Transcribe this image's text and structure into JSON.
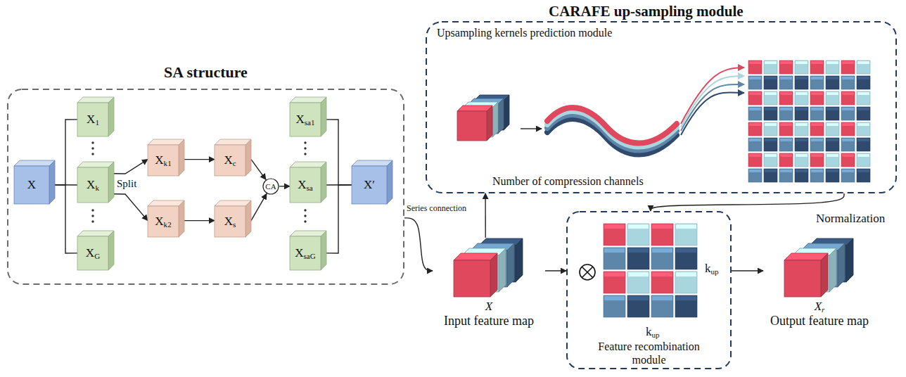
{
  "diagram": {
    "nodes": [
      {
        "text": [
          "SA structure"
        ]
      },
      {
        "text": [
          "X"
        ],
        "in": 0
      },
      {
        "text": [
          "X1"
        ],
        "in": 0
      },
      {
        "text": [
          "Xk"
        ],
        "in": 0
      },
      {
        "text": [
          "XG"
        ],
        "in": 0
      },
      {
        "text": [
          "Xk1"
        ],
        "in": 0
      },
      {
        "text": [
          "Xk2"
        ],
        "in": 0
      },
      {
        "text": [
          "Xc"
        ],
        "in": 0
      },
      {
        "text": [
          "Xs"
        ],
        "in": 0
      },
      {
        "text": [
          "CA"
        ],
        "in": 0
      },
      {
        "text": [
          "Xsa1"
        ],
        "in": 0
      },
      {
        "text": [
          "Xsa"
        ],
        "in": 0
      },
      {
        "text": [
          "XsaG"
        ],
        "in": 0
      },
      {
        "text": [
          "X′"
        ],
        "in": 0
      },
      {
        "text": [
          "Upsampling kernels prediction module"
        ]
      },
      {
        "text": [
          "X",
          "Input feature map"
        ]
      },
      {
        "text": [
          "Feature recombination module"
        ]
      },
      {
        "text": [
          "Xr",
          "Output feature map"
        ]
      }
    ],
    "edges": [
      {
        "from": 1,
        "to": 2,
        "arrow": "none"
      },
      {
        "from": 1,
        "to": 3,
        "arrow": "none"
      },
      {
        "from": 1,
        "to": 4,
        "arrow": "none"
      },
      {
        "from": 3,
        "to": 5,
        "arrow": "to"
      },
      {
        "from": 3,
        "to": 6,
        "arrow": "to"
      },
      {
        "from": 5,
        "to": 7,
        "arrow": "to"
      },
      {
        "from": 6,
        "to": 8,
        "arrow": "to"
      },
      {
        "from": 7,
        "to": 9,
        "arrow": "to"
      },
      {
        "from": 8,
        "to": 9,
        "arrow": "to"
      },
      {
        "from": 9,
        "to": 11,
        "arrow": "to"
      },
      {
        "from": 10,
        "to": 13,
        "arrow": "none"
      },
      {
        "from": 11,
        "to": 13,
        "arrow": "none"
      },
      {
        "from": 12,
        "to": 13,
        "arrow": "none"
      },
      {
        "from": 0,
        "to": 15,
        "label": "Series connection",
        "arrow": "to"
      },
      {
        "from": 15,
        "to": 14,
        "arrow": "to"
      },
      {
        "from": 15,
        "to": 16,
        "arrow": "to"
      },
      {
        "from": 16,
        "to": 17,
        "arrow": "to"
      },
      {
        "from": 14,
        "to": 16,
        "arrow": "to"
      }
    ],
    "labels": [
      "CARAFE up-sampling module",
      "Split",
      "Number of compression channels",
      "Normalization",
      "kup",
      "kup"
    ]
  }
}
